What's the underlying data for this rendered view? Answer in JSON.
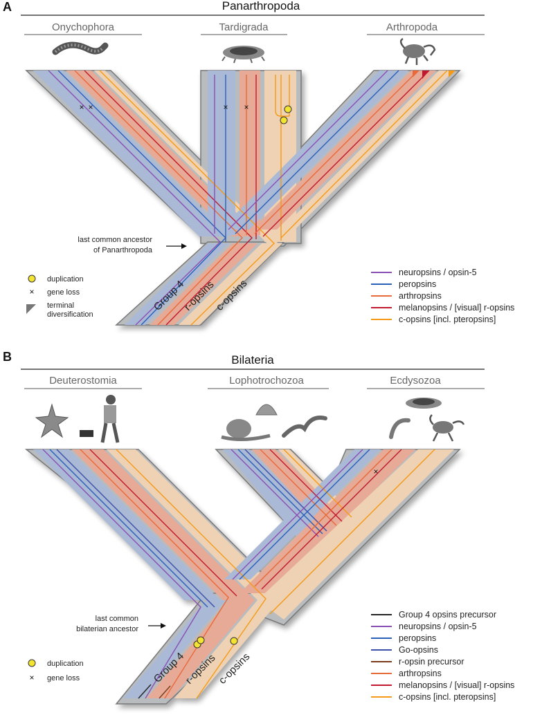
{
  "panel_a": {
    "letter": "A",
    "title": "Panarthropoda",
    "groups": [
      "Onychophora",
      "Tardigrada",
      "Arthropoda"
    ],
    "lca_label": [
      "last common ancestor",
      "of Panarthropoda"
    ],
    "branch_labels": [
      "Group 4",
      "r-opsins",
      "c-opsins"
    ],
    "symbols": [
      {
        "symbol": "duplication",
        "label": "duplication"
      },
      {
        "symbol": "x",
        "label": "gene loss"
      },
      {
        "symbol": "wedge",
        "label": "terminal diversification"
      }
    ],
    "legend": [
      {
        "label": "neuropsins / opsin-5",
        "color": "#8a4fb3"
      },
      {
        "label": "peropsins",
        "color": "#2a5fb8"
      },
      {
        "label": "arthropsins",
        "color": "#e8693a"
      },
      {
        "label": "melanopsins / [visual] r-opsins",
        "color": "#c0182e"
      },
      {
        "label": "c-opsins [incl. pteropsins]",
        "color": "#f49a16"
      }
    ]
  },
  "panel_b": {
    "letter": "B",
    "title": "Bilateria",
    "groups": [
      "Deuterostomia",
      "Lophotrochozoa",
      "Ecdysozoa"
    ],
    "lca_label": [
      "last common",
      "bilaterian ancestor"
    ],
    "branch_labels": [
      "Group 4",
      "r-opsins",
      "c-opsins"
    ],
    "symbols": [
      {
        "symbol": "duplication",
        "label": "duplication"
      },
      {
        "symbol": "x",
        "label": "gene loss"
      }
    ],
    "legend": [
      {
        "label": "Group 4 opsins precursor",
        "color": "#222222"
      },
      {
        "label": "neuropsins / opsin-5",
        "color": "#8a4fb3"
      },
      {
        "label": "peropsins",
        "color": "#2a5fb8"
      },
      {
        "label": "Go-opsins",
        "color": "#3b4fa8"
      },
      {
        "label": "r-opsin precursor",
        "color": "#7a3a1a"
      },
      {
        "label": "arthropsins",
        "color": "#e8693a"
      },
      {
        "label": "melanopsins / [visual] r-opsins",
        "color": "#c0182e"
      },
      {
        "label": "c-opsins [incl. pteropsins]",
        "color": "#f49a16"
      }
    ]
  },
  "colors": {
    "tree_gray": "#b9bcbf",
    "band_blue": "#a9b9d6",
    "band_red": "#e6aa96",
    "band_peach": "#efd2b3",
    "duplication": "#f3e433"
  }
}
